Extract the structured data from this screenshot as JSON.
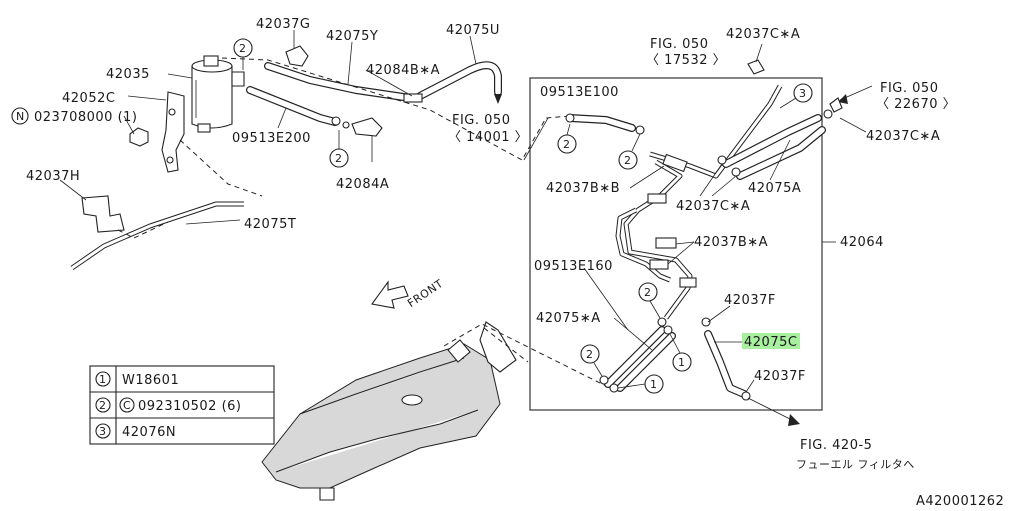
{
  "labels": {
    "p42037G": "42037G",
    "p42075Y": "42075Y",
    "p42075U": "42075U",
    "p42035": "42035",
    "p42084BA": "42084B∗A",
    "p42052C": "42052C",
    "p023708000": "023708000 (1)",
    "p09513E200": "09513E200",
    "p42084A": "42084A",
    "p42037H": "42037H",
    "p42075T": "42075T",
    "fig050_14001_a": "FIG. 050",
    "fig050_14001_b": "〈 14001 〉",
    "fig050_17532_a": "FIG. 050",
    "fig050_17532_b": "〈 17532 〉",
    "p42037CA_top": "42037C∗A",
    "fig050_22670_a": "FIG. 050",
    "fig050_22670_b": "〈 22670 〉",
    "p09513E100": "09513E100",
    "p42037CA_right": "42037C∗A",
    "p42037BB": "42037B∗B",
    "p42075A": "42075A",
    "p42037CA_mid": "42037C∗A",
    "p42037BA": "42037B∗A",
    "p42064": "42064",
    "p09513E160": "09513E160",
    "p42037F_upper": "42037F",
    "p42075A_star": "42075∗A",
    "p42075C": "42075C",
    "p42037F_lower": "42037F",
    "fig420_5": "FIG. 420-5",
    "fuel_filter_jp": "フューエル フィルタへ",
    "front": "FRONT",
    "ref_code": "A420001262"
  },
  "callouts": {
    "one": "1",
    "two": "2",
    "three": "3",
    "n": "N",
    "c": "C"
  },
  "legend": {
    "rows": [
      {
        "key": "1",
        "text": "W18601"
      },
      {
        "key": "2",
        "prefix": "C",
        "text": "092310502 (6)"
      },
      {
        "key": "3",
        "text": "42076N"
      }
    ]
  },
  "highlight_color": "#a8f0a0"
}
